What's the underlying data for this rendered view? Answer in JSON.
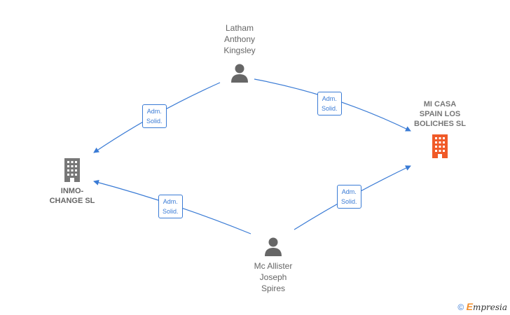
{
  "nodes": {
    "person_top": {
      "name": "Latham Anthony Kingsley",
      "lines": [
        "Latham",
        "Anthony",
        "Kingsley"
      ]
    },
    "person_bottom": {
      "name": "Mc Allister Joseph Spires",
      "lines": [
        "Mc Allister",
        "Joseph",
        "Spires"
      ]
    },
    "company_left": {
      "name": "INMO-CHANGE SL",
      "lines": [
        "INMO-",
        "CHANGE SL"
      ],
      "color": "#777777"
    },
    "company_right": {
      "name": "MI CASA SPAIN LOS BOLICHES SL",
      "lines": [
        "MI CASA",
        "SPAIN LOS",
        "BOLICHES SL"
      ],
      "color": "#f05a28"
    }
  },
  "edges": [
    {
      "from": "person_top",
      "to": "company_left",
      "label_lines": [
        "Adm.",
        "Solid."
      ]
    },
    {
      "from": "person_top",
      "to": "company_right",
      "label_lines": [
        "Adm.",
        "Solid."
      ]
    },
    {
      "from": "person_bottom",
      "to": "company_left",
      "label_lines": [
        "Adm.",
        "Solid."
      ]
    },
    {
      "from": "person_bottom",
      "to": "company_right",
      "label_lines": [
        "Adm.",
        "Solid."
      ]
    }
  ],
  "footer": {
    "copyright": "©",
    "brand_first": "E",
    "brand_rest": "mpresia"
  },
  "colors": {
    "edge": "#3a7bd5",
    "person_icon": "#666666",
    "company_left_icon": "#777777",
    "company_right_icon": "#f05a28"
  }
}
